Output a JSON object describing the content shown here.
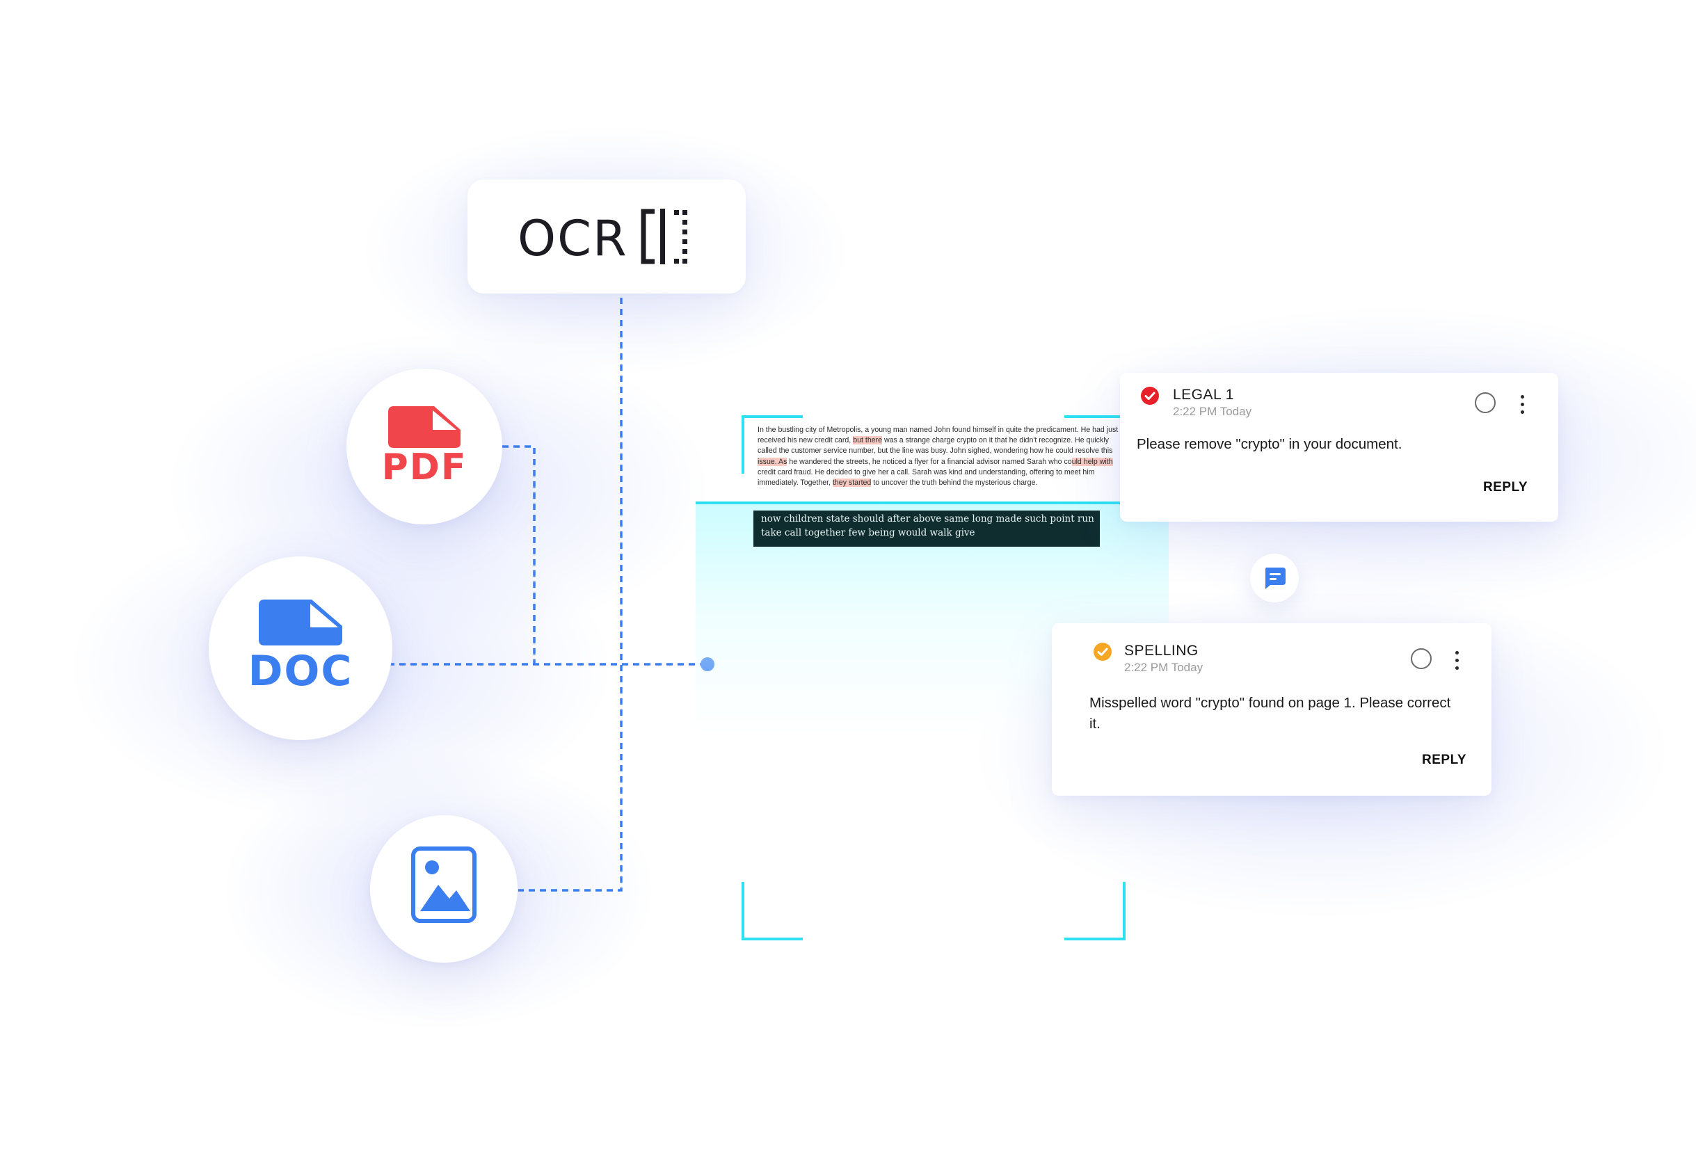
{
  "ocr_card": {
    "label": "OCR",
    "icon": "ocr-scan-icon"
  },
  "files": [
    {
      "name": "pdf",
      "label": "PDF",
      "color": "#f0454b",
      "icon": "pdf-file-icon"
    },
    {
      "name": "doc",
      "label": "DOC",
      "color": "#3a7ef0",
      "icon": "doc-file-icon"
    },
    {
      "name": "image",
      "label": "",
      "color": "#3a7ef0",
      "icon": "image-file-icon"
    }
  ],
  "connector_color": "#3a7ef0",
  "scanner_color": "#2ee0f2",
  "document": {
    "parts": [
      {
        "text": "In the bustling city of Metropolis, a young man named John found himself in quite the predicament. He had just received his new credit card, ",
        "hl": false
      },
      {
        "text": "but there",
        "hl": true
      },
      {
        "text": " was a strange charge crypto on it that he didn't recognize. He quickly called the customer service number, but the line was busy. John sighed, wondering how he could resolve this ",
        "hl": false
      },
      {
        "text": "issue. As",
        "hl": true
      },
      {
        "text": " he wandered the streets, he noticed a flyer for a financial advisor named Sarah who co",
        "hl": false
      },
      {
        "text": "uld help with",
        "hl": true
      },
      {
        "text": " credit card fraud. He decided to give her a call. Sarah was kind and understanding, offering to meet him immediately. Together, ",
        "hl": false
      },
      {
        "text": "they started",
        "hl": true
      },
      {
        "text": " to uncover the truth behind the mysterious charge.",
        "hl": false
      }
    ],
    "ocr_result": "now children state should after above same long made such point run take call together few being would walk give"
  },
  "comments": [
    {
      "title": "LEGAL 1",
      "time": "2:22 PM Today",
      "body": "Please remove \"crypto\" in your document.",
      "reply": "REPLY",
      "status_color": "#e8202a",
      "status_icon": "check-circle-icon"
    },
    {
      "title": "SPELLING",
      "time": "2:22 PM Today",
      "body": "Misspelled word \"crypto\" found on page 1. Please correct it.",
      "reply": "REPLY",
      "status_color": "#f5a623",
      "status_icon": "check-circle-icon"
    }
  ],
  "chat_icon": "comment-icon"
}
